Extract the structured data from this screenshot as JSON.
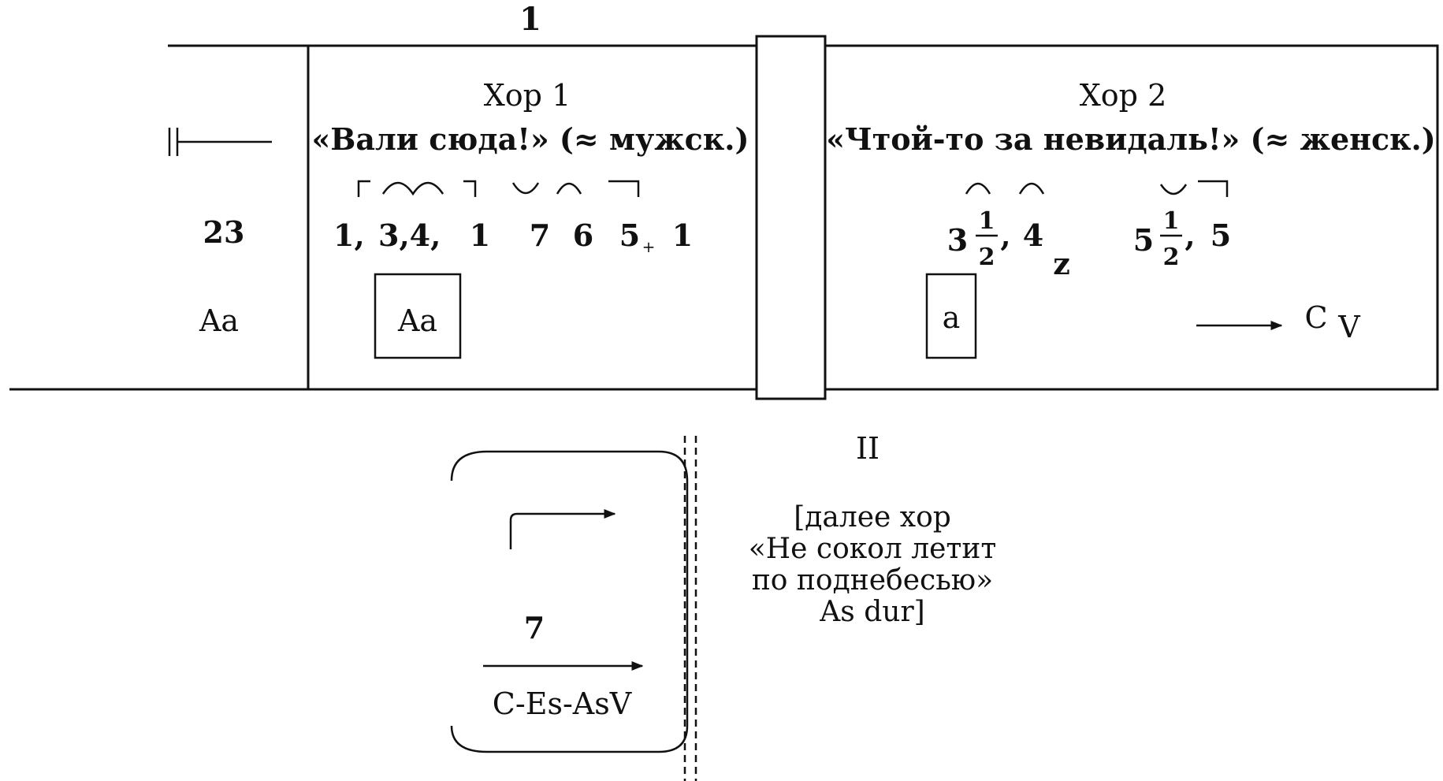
{
  "header": {
    "section_number": "1"
  },
  "intro": {
    "barline_icon": "double-bar-line",
    "bar_number": "23",
    "key": "Aa"
  },
  "chorus1": {
    "title": "Хор 1",
    "subtitle": "«Вали сюда!» (≈ мужск.)",
    "degrees": [
      "1,",
      "3,4,",
      "1",
      "7",
      "6",
      "5",
      "1"
    ],
    "sharp_mark": "+",
    "key_box": "Aa"
  },
  "chorus2": {
    "title": "Хор 2",
    "subtitle": "«Чтой-то за невидаль!» (≈ женск.)",
    "degree_a": "3",
    "frac_num": "1",
    "frac_den": "2",
    "comma": ",",
    "degree_b": "4",
    "sub_z": "z",
    "degree_c": "5",
    "degree_d": "5",
    "key_box": "a",
    "target_key": "C",
    "target_function": "V"
  },
  "part2": {
    "label": "II",
    "note_lines": [
      "[далее хор",
      "«Не сокол летит",
      "по поднебесью»",
      "As dur]"
    ]
  },
  "modulation": {
    "bar_number": "7",
    "chain": "C-Es-AsV"
  }
}
